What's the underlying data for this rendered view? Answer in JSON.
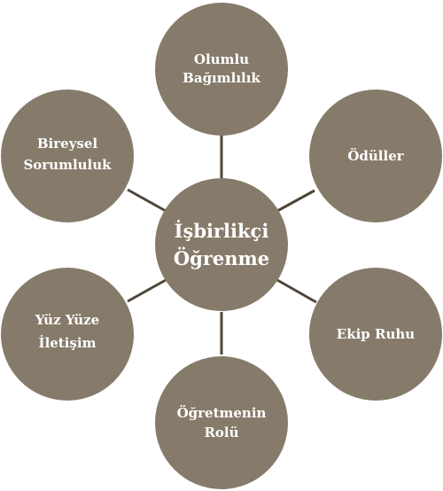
{
  "diagram": {
    "center": {
      "line1": "İşbirlikçi",
      "line2": "Öğrenme"
    },
    "nodes": {
      "top": {
        "line1": "Olumlu",
        "line2": "Bağımlılık"
      },
      "top_right": {
        "line1": "Ödüller"
      },
      "bottom_right": {
        "line1": "Ekip Ruhu"
      },
      "bottom": {
        "line1": "Öğretmenin",
        "line2": "Rolü"
      },
      "bottom_left": {
        "line1": "Yüz Yüze",
        "line2": "İletişim"
      },
      "top_left": {
        "line1": "Bireysel",
        "line2": "Sorumluluk"
      }
    },
    "colors": {
      "circle_fill": "#867b6a",
      "connector": "#4e4639",
      "text": "#ffffff"
    }
  }
}
